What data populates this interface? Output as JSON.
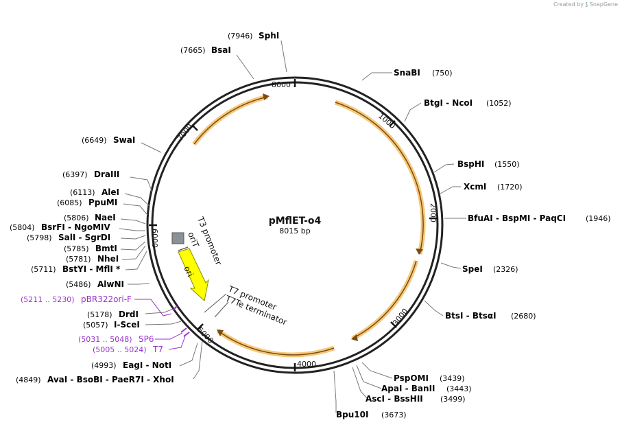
{
  "watermark": {
    "prefix": "Created by",
    "brand": "SnapGene"
  },
  "plasmid": {
    "name": "pMflET-o4",
    "size": "8015 bp"
  },
  "ticks": [
    "1000",
    "2000",
    "3000",
    "4000",
    "5000",
    "6000",
    "7000",
    "8000"
  ],
  "features": [
    {
      "label": "T3 promoter",
      "kind": "promoter"
    },
    {
      "label": "oriT",
      "kind": "origin"
    },
    {
      "label": "ori",
      "kind": "origin"
    },
    {
      "label": "T7 promoter",
      "kind": "promoter"
    },
    {
      "label": "T7Te terminator",
      "kind": "terminator"
    }
  ],
  "sites": [
    {
      "pos": "(7946)",
      "name": "SphI"
    },
    {
      "pos": "(7665)",
      "name": "BsaI"
    },
    {
      "pos": "(6649)",
      "name": "SwaI"
    },
    {
      "pos": "(6397)",
      "name": "DraIII"
    },
    {
      "pos": "(6113)",
      "name": "AleI"
    },
    {
      "pos": "(6085)",
      "name": "PpuMI"
    },
    {
      "pos": "(5806)",
      "name": "NaeI"
    },
    {
      "pos": "(5804)",
      "name": "BsrFI  -  NgoMIV"
    },
    {
      "pos": "(5798)",
      "name": "SalI  -  SgrDI"
    },
    {
      "pos": "(5785)",
      "name": "BmtI"
    },
    {
      "pos": "(5781)",
      "name": "NheI"
    },
    {
      "pos": "(5711)",
      "name": "BstYI  -  MflI *"
    },
    {
      "pos": "(5486)",
      "name": "AlwNI"
    },
    {
      "pos": "(5178)",
      "name": "DrdI"
    },
    {
      "pos": "(5057)",
      "name": "I-SceI"
    },
    {
      "pos": "(4993)",
      "name": "EagI  -  NotI"
    },
    {
      "pos": "(4849)",
      "name": "AvaI  -  BsoBI  -  PaeR7I  -  XhoI"
    },
    {
      "pos": "(750)",
      "name": "SnaBI"
    },
    {
      "pos": "(1052)",
      "name": "BtgI  -  NcoI"
    },
    {
      "pos": "(1550)",
      "name": "BspHI"
    },
    {
      "pos": "(1720)",
      "name": "XcmI"
    },
    {
      "pos": "(1946)",
      "name": "BfuAI  -  BspMI  -  PaqCI"
    },
    {
      "pos": "(2326)",
      "name": "SpeI"
    },
    {
      "pos": "(2680)",
      "name": "BtsI  -  BtsαI"
    },
    {
      "pos": "(3439)",
      "name": "PspOMI"
    },
    {
      "pos": "(3443)",
      "name": "ApaI  -  BanII"
    },
    {
      "pos": "(3499)",
      "name": "AscI  -  BssHII"
    },
    {
      "pos": "(3673)",
      "name": "Bpu10I"
    }
  ],
  "primers": [
    {
      "pos": "(5211 .. 5230)",
      "name": "pBR322ori-F"
    },
    {
      "pos": "(5031 .. 5048)",
      "name": "SP6"
    },
    {
      "pos": "(5005 .. 5024)",
      "name": "T7"
    }
  ],
  "colors": {
    "backbone": "#222222",
    "feature_arrow": "#e8a33a",
    "ori": "#ffff00",
    "primer": "#9932cc",
    "label": "#000000"
  }
}
